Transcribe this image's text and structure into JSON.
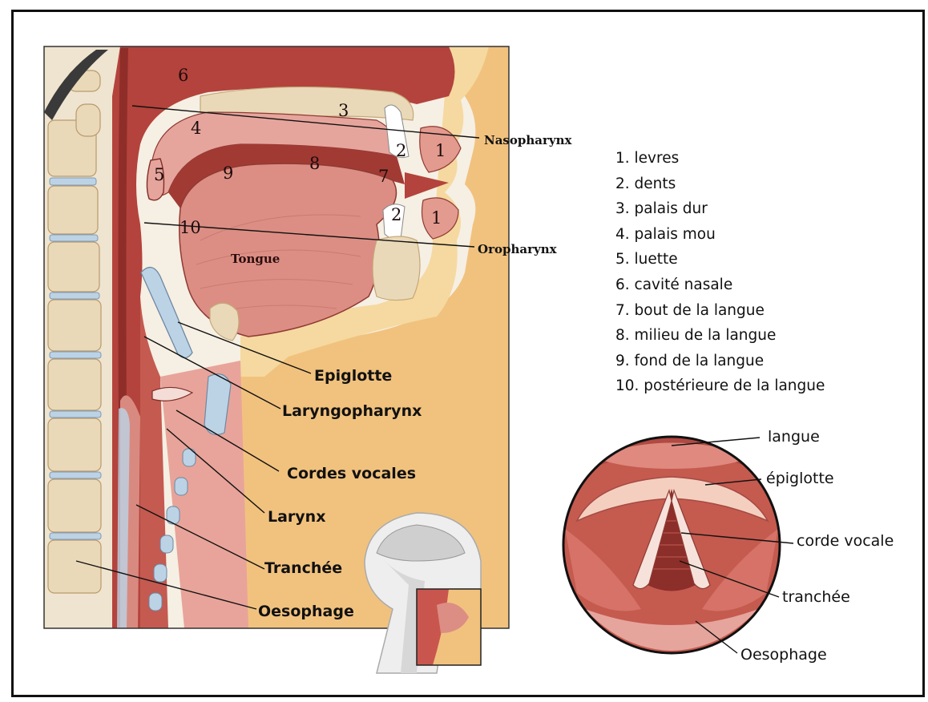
{
  "colors": {
    "background": "#ffffff",
    "frame": "#111111",
    "cavity": "#b3433c",
    "tissue": "#e6a59c",
    "bone": "#ead9b8",
    "fat": "#f2c07b",
    "cartilage": "#bcd3e6"
  },
  "numbers": {
    "n1_top": "1",
    "n1_bottom": "1",
    "n2_top": "2",
    "n2_bottom": "2",
    "n3": "3",
    "n4": "4",
    "n5": "5",
    "n6": "6",
    "n7": "7",
    "n8": "8",
    "n9": "9",
    "n10": "10"
  },
  "section_labels": {
    "tongue": "Tongue",
    "nasopharynx": "Nasopharynx",
    "oropharynx": "Oropharynx",
    "epiglotte": "Epiglotte",
    "laryngopharynx": "Laryngopharynx",
    "cordes_vocales": "Cordes vocales",
    "larynx": "Larynx",
    "tranchee": "Tranchée",
    "oesophage": "Oesophage"
  },
  "legend": [
    "1. levres",
    "2. dents",
    "3. palais dur",
    "4. palais mou",
    "5. luette",
    "6. cavité nasale",
    "7. bout de la langue",
    "8. milieu de la langue",
    "9. fond de la langue",
    "10. postérieure de la langue"
  ],
  "larynx_view_labels": {
    "langue": "langue",
    "epiglotte": "épiglotte",
    "corde_vocale": "corde vocale",
    "tranchee": "tranchée",
    "oesophage": "Oesophage"
  }
}
